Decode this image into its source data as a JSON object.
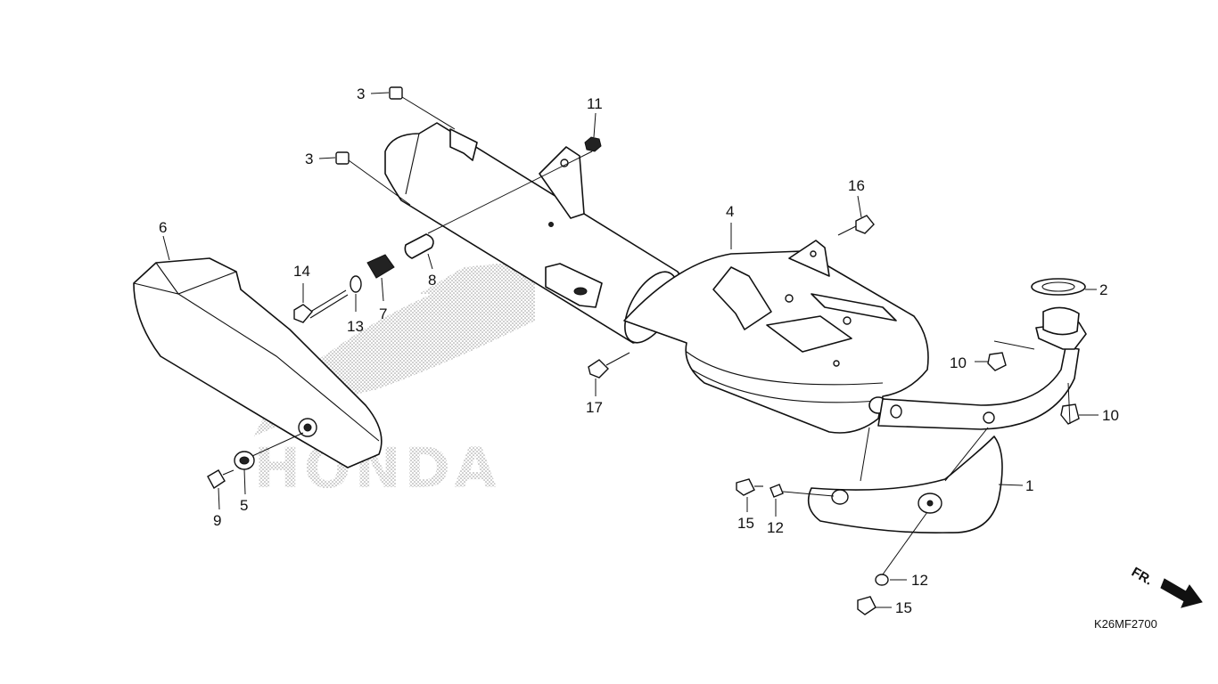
{
  "watermark": {
    "brand_text": "HONDA"
  },
  "diagram_code": "K26MF2700",
  "direction_label": "FR.",
  "callouts": [
    {
      "id": "c-1",
      "number": "1"
    },
    {
      "id": "c-2",
      "number": "2"
    },
    {
      "id": "c-3a",
      "number": "3"
    },
    {
      "id": "c-3b",
      "number": "3"
    },
    {
      "id": "c-4",
      "number": "4"
    },
    {
      "id": "c-5",
      "number": "5"
    },
    {
      "id": "c-6",
      "number": "6"
    },
    {
      "id": "c-7",
      "number": "7"
    },
    {
      "id": "c-8",
      "number": "8"
    },
    {
      "id": "c-9",
      "number": "9"
    },
    {
      "id": "c-10a",
      "number": "10"
    },
    {
      "id": "c-10b",
      "number": "10"
    },
    {
      "id": "c-11",
      "number": "11"
    },
    {
      "id": "c-12a",
      "number": "12"
    },
    {
      "id": "c-12b",
      "number": "12"
    },
    {
      "id": "c-13",
      "number": "13"
    },
    {
      "id": "c-14",
      "number": "14"
    },
    {
      "id": "c-15a",
      "number": "15"
    },
    {
      "id": "c-15b",
      "number": "15"
    },
    {
      "id": "c-16",
      "number": "16"
    },
    {
      "id": "c-17",
      "number": "17"
    }
  ]
}
